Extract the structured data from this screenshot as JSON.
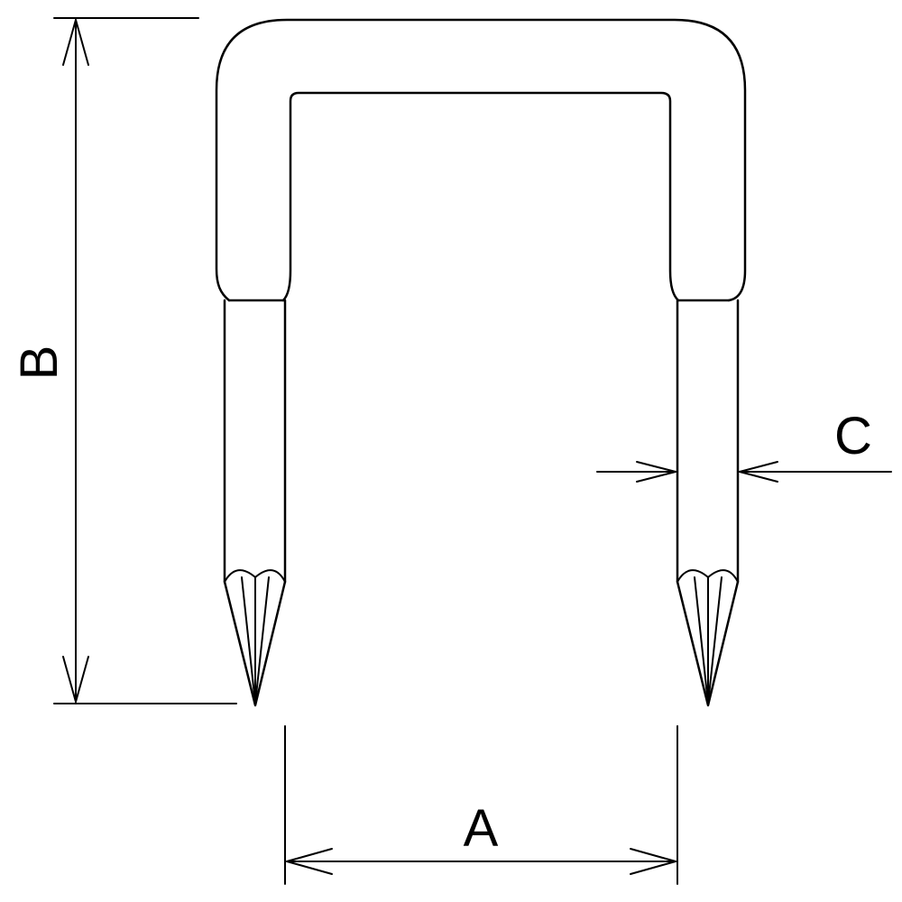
{
  "diagram": {
    "labels": {
      "width": "A",
      "height": "B",
      "leg_diameter": "C"
    },
    "colors": {
      "stroke": "#000000",
      "background": "#ffffff"
    }
  }
}
